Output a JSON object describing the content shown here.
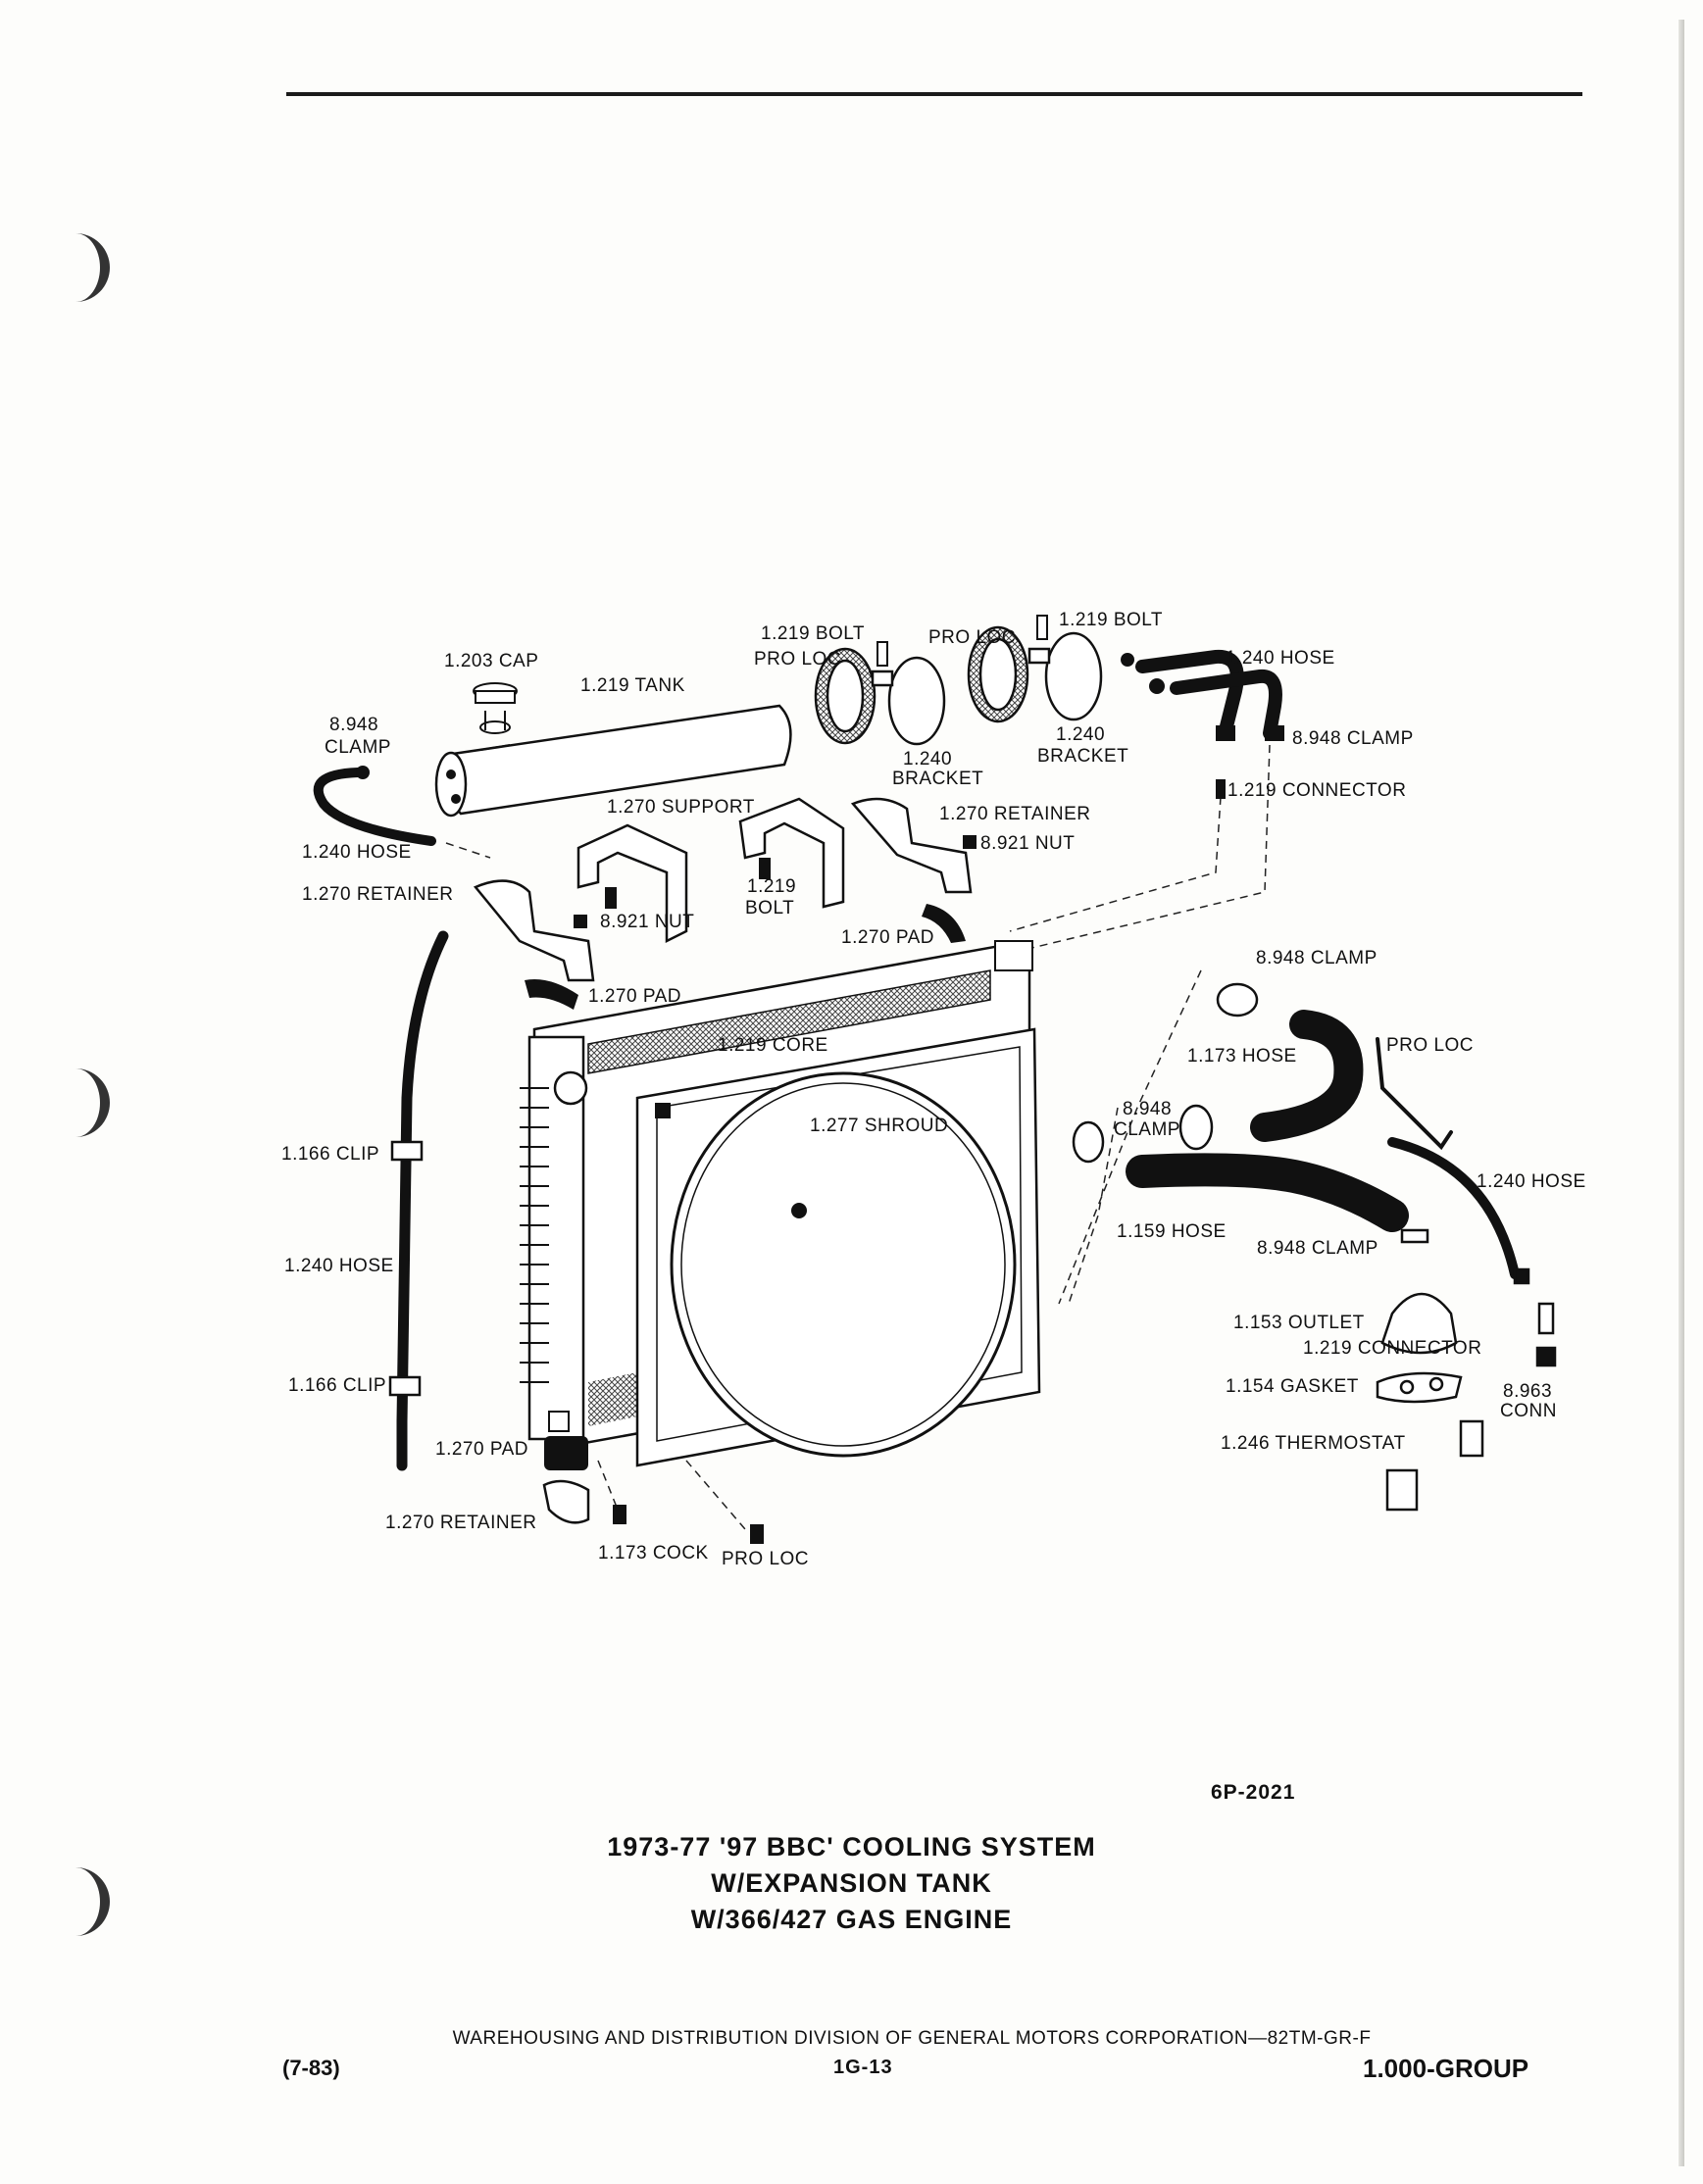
{
  "caption": {
    "line1": "1973-77 '97 BBC' COOLING SYSTEM",
    "line2": "W/EXPANSION TANK",
    "line3": "W/366/427 GAS ENGINE"
  },
  "figure_code": "6P-2021",
  "footer": {
    "publisher_line": "WAREHOUSING AND DISTRIBUTION  DIVISION OF GENERAL MOTORS CORPORATION—82TM-GR-F",
    "date": "(7-83)",
    "page": "1G-13",
    "group": "1.000-GROUP"
  },
  "labels": {
    "cap": "1.203 CAP",
    "tank": "1.219 TANK",
    "clamp_tank_num": "8.948",
    "clamp_tank_word": "CLAMP",
    "hose_tank": "1.240 HOSE",
    "retainer_left": "1.270 RETAINER",
    "nut_left": "8.921 NUT",
    "pad_top_left": "1.270 PAD",
    "support": "1.270 SUPPORT",
    "bolt_center_num": "1.219",
    "bolt_center_word": "BOLT",
    "bolt_top1": "1.219 BOLT",
    "proloc_top1": "PRO LOC",
    "proloc_top2": "PRO LOC",
    "bolt_top2": "1.219 BOLT",
    "bracket1_num": "1.240",
    "bracket1_word": "BRACKET",
    "bracket2_num": "1.240",
    "bracket2_word": "BRACKET",
    "hose_top_right": "1.240 HOSE",
    "clamp_top_right": "8.948 CLAMP",
    "connector_top": "1.219 CONNECTOR",
    "retainer_right": "1.270 RETAINER",
    "nut_right": "8.921 NUT",
    "pad_top_right": "1.270 PAD",
    "core": "1.219 CORE",
    "shroud": "1.277 SHROUD",
    "clip_upper": "1.166 CLIP",
    "hose_left": "1.240 HOSE",
    "clip_lower": "1.166 CLIP",
    "pad_bottom": "1.270 PAD",
    "retainer_bottom": "1.270 RETAINER",
    "cock": "1.173 COCK",
    "proloc_bottom": "PRO LOC",
    "clamp_right_top": "8.948 CLAMP",
    "hose_173": "1.173 HOSE",
    "proloc_right": "PRO LOC",
    "clamp_mid_num": "8.948",
    "clamp_mid_word": "CLAMP",
    "hose_right": "1.240 HOSE",
    "hose_159": "1.159 HOSE",
    "clamp_lower_right": "8.948 CLAMP",
    "outlet": "1.153 OUTLET",
    "connector_bottom": "1.219 CONNECTOR",
    "gasket": "1.154 GASKET",
    "conn_num": "8.963",
    "conn_word": "CONN",
    "thermostat": "1.246 THERMOSTAT"
  }
}
